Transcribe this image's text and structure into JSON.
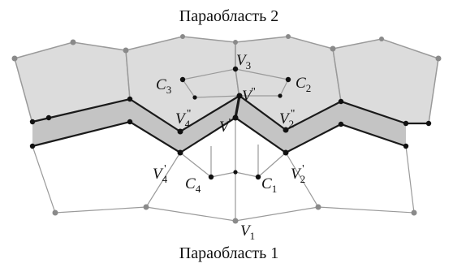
{
  "regions": {
    "top": "Параобласть 2",
    "bottom": "Параобласть 1"
  },
  "labels": {
    "V3": {
      "base": "V",
      "sub": "3",
      "sup": ""
    },
    "C3": {
      "base": "C",
      "sub": "3",
      "sup": ""
    },
    "C2": {
      "base": "C",
      "sub": "2",
      "sup": ""
    },
    "Vpp": {
      "base": "V",
      "sub": "",
      "sup": "''"
    },
    "V4pp": {
      "base": "V",
      "sub": "4",
      "sup": "''"
    },
    "V2pp": {
      "base": "V",
      "sub": "2",
      "sup": "''"
    },
    "Vp": {
      "base": "V",
      "sub": "",
      "sup": "'"
    },
    "V4p": {
      "base": "V",
      "sub": "4",
      "sup": "'"
    },
    "V2p": {
      "base": "V",
      "sub": "2",
      "sup": "'"
    },
    "C4": {
      "base": "C",
      "sub": "4",
      "sup": ""
    },
    "C1": {
      "base": "C",
      "sub": "1",
      "sup": ""
    },
    "V1": {
      "base": "V",
      "sub": "1",
      "sup": ""
    }
  },
  "colors": {
    "upper_fill": "#dcdcdc",
    "band_fill": "#c4c4c4",
    "thin_line": "#9a9a9a",
    "thick_line": "#1a1a1a",
    "grey_node": "#8a8a8a",
    "black_node": "#111111"
  }
}
